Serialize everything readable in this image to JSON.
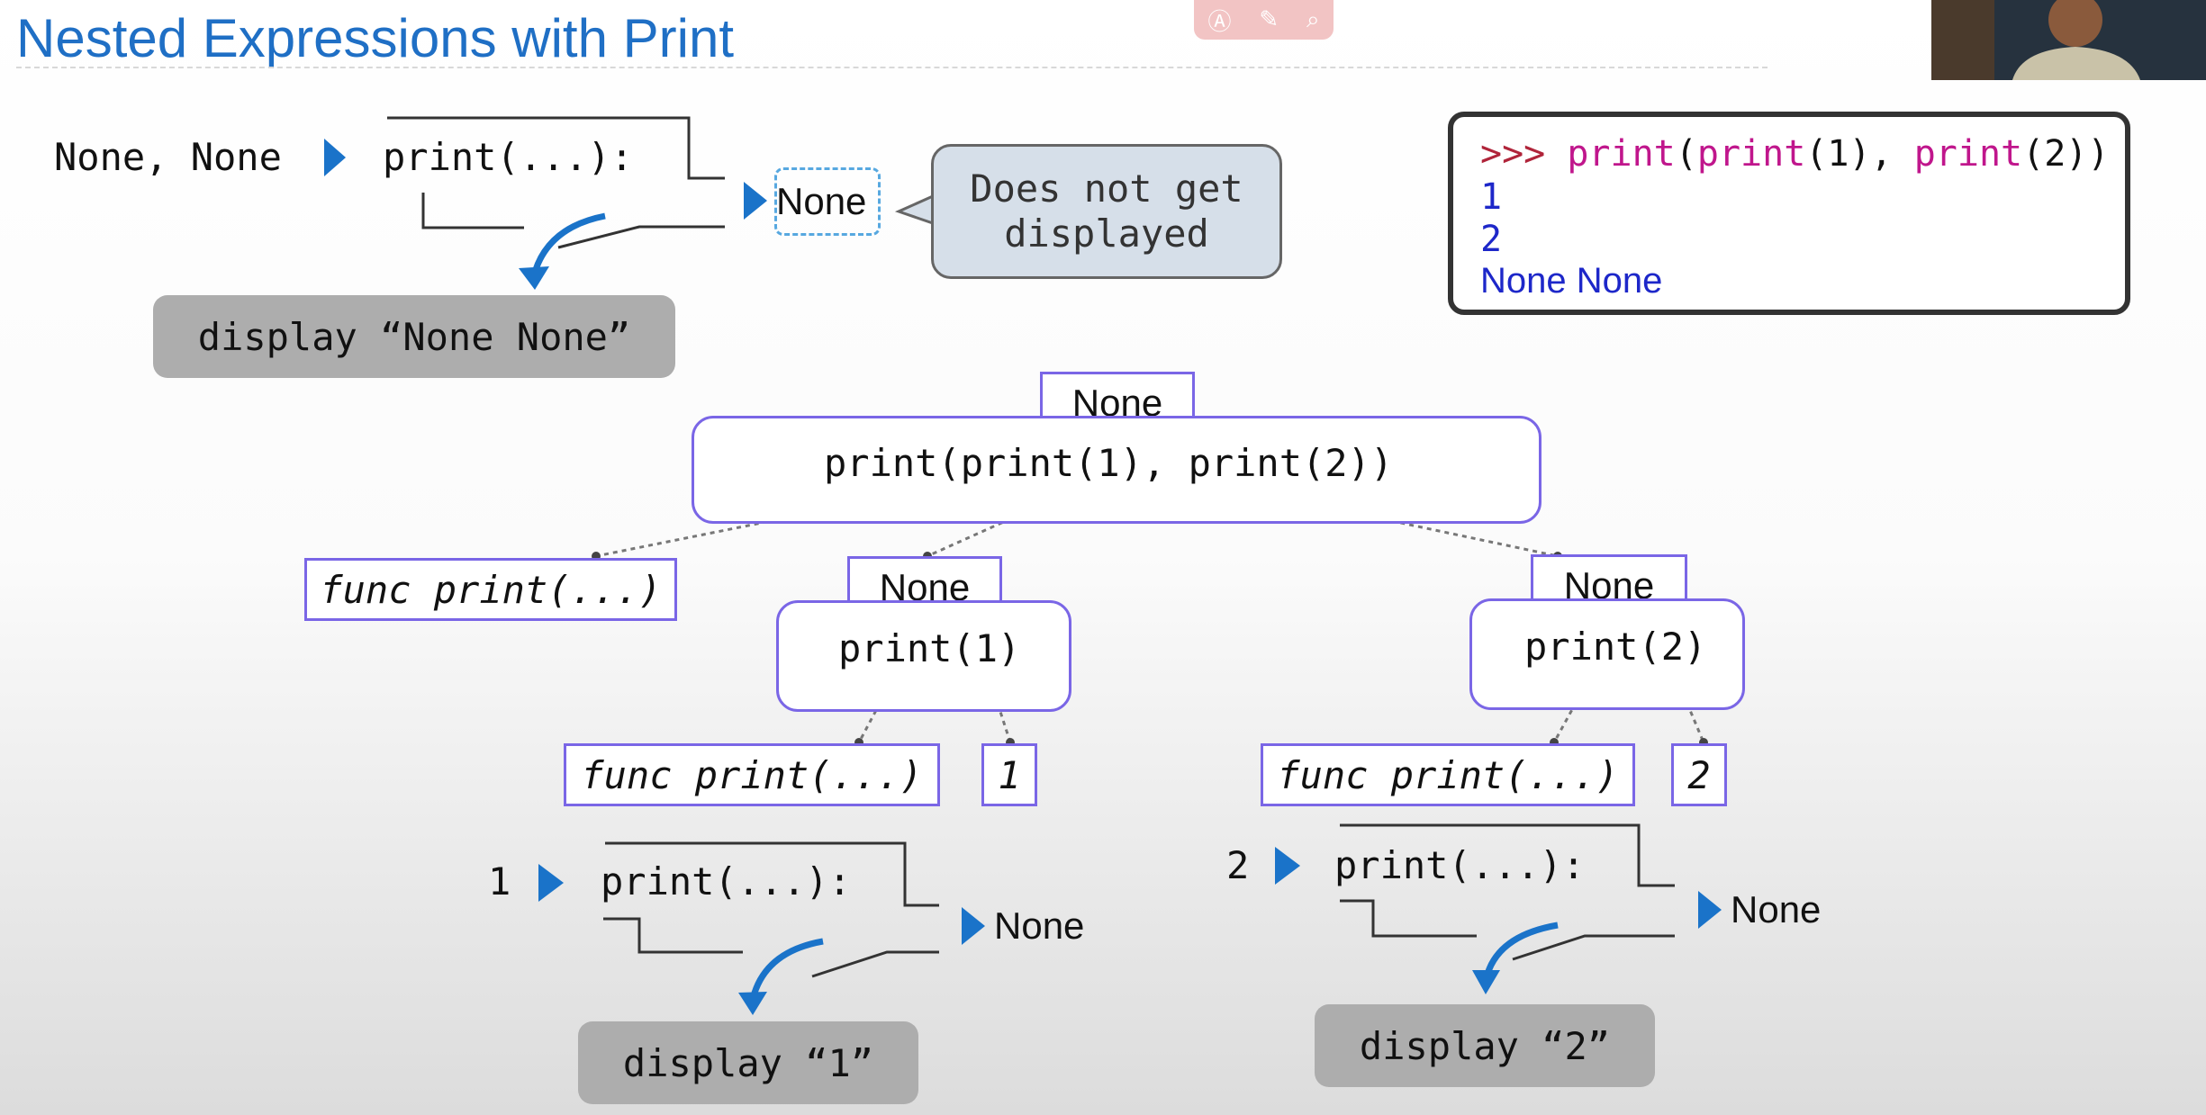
{
  "slide": {
    "title": "Nested Expressions with Print"
  },
  "toolbar": {
    "icons": [
      "ai-icon",
      "pen-icon",
      "search-icon"
    ]
  },
  "terminal": {
    "prompt": ">>>",
    "input_parts": [
      "print",
      "(",
      "print",
      "(1), ",
      "print",
      "(2))"
    ],
    "outputs": [
      "1",
      "2",
      "None None"
    ]
  },
  "top_call": {
    "args": "None, None",
    "func": "print(...):",
    "return": "None",
    "bubble": "Does not get\ndisplayed",
    "display": "display “None None”"
  },
  "tree": {
    "root": {
      "expr": "print(print(1), print(2))",
      "value": "None"
    },
    "operator": "func print(...)",
    "left": {
      "expr": "print(1)",
      "value": "None",
      "operator": "func print(...)",
      "operand": "1"
    },
    "right": {
      "expr": "print(2)",
      "value": "None",
      "operator": "func print(...)",
      "operand": "2"
    }
  },
  "call_left": {
    "arg": "1",
    "func": "print(...):",
    "return": "None",
    "display": "display “1”"
  },
  "call_right": {
    "arg": "2",
    "func": "print(...):",
    "return": "None",
    "display": "display “2”"
  },
  "colors": {
    "title": "#1f6fc5",
    "arrow": "#1a73c9",
    "box_border": "#7a66e6",
    "keyword": "#c0168c",
    "output": "#1d27c9"
  }
}
